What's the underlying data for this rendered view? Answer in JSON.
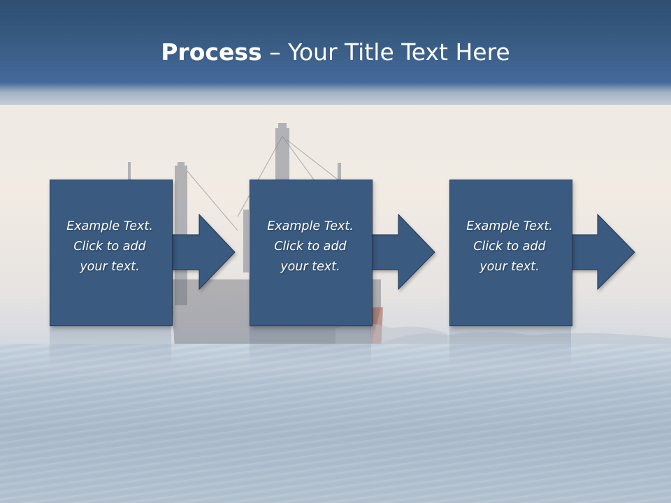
{
  "slide": {
    "title_bold": "Process",
    "title_rest": " – Your Title Text Here"
  },
  "steps": [
    {
      "line1": "Example Text.",
      "line2": "Click  to add",
      "line3": "your text."
    },
    {
      "line1": "Example Text.",
      "line2": "Click  to add",
      "line3": "your text."
    },
    {
      "line1": "Example Text.",
      "line2": "Click  to add",
      "line3": "your text."
    }
  ],
  "colors": {
    "title_bar": "#3b5e86",
    "box_fill": "#3a5a80",
    "box_border": "#1f3650",
    "text": "#ffffff"
  }
}
